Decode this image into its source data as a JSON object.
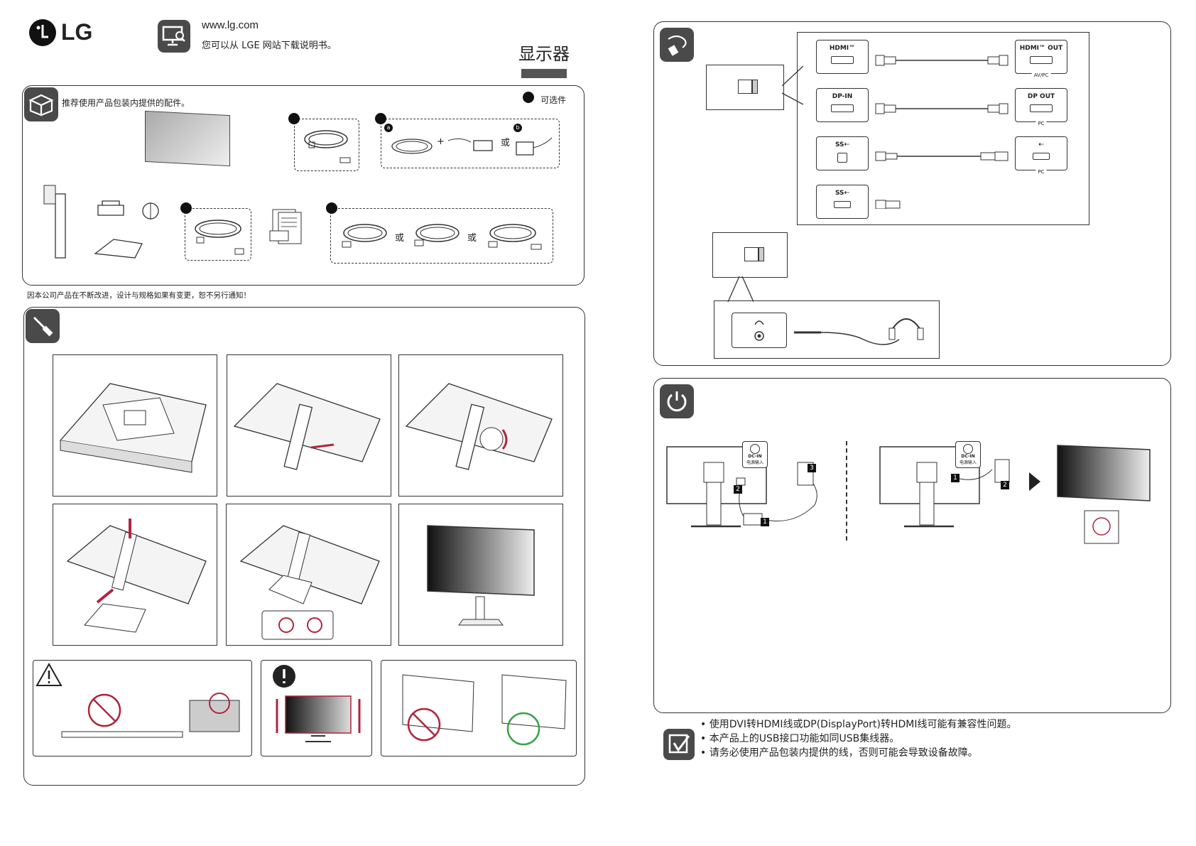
{
  "brand": {
    "logo": "LG"
  },
  "header": {
    "url": "www.lg.com",
    "download_note": "您可以从 LGE 网站下载说明书。",
    "product_title": "显示器"
  },
  "accessories": {
    "heading": "推荐使用产品包装内提供的配件。",
    "optional_label": "可选件",
    "option_a": "a",
    "option_b": "b",
    "or_word": "或",
    "plus_sign": "+"
  },
  "disclaimer": "因本公司产品在不断改进，设计与规格如果有变更，恕不另行通知！",
  "connections": {
    "ports_monitor": [
      {
        "label": "HDMI™"
      },
      {
        "label": "DP-IN"
      },
      {
        "label": "SS⇠"
      },
      {
        "label": "SS⇠"
      }
    ],
    "ports_device": [
      {
        "label": "HDMI™ OUT",
        "sub": "AV/PC"
      },
      {
        "label": "DP OUT",
        "sub": "PC"
      },
      {
        "label": "⇠",
        "sub": "PC"
      }
    ]
  },
  "power": {
    "dc_in_label": "DC-IN",
    "dc_in_sub": "电源输入",
    "step1": "1",
    "step2": "2",
    "step3": "3"
  },
  "notes": [
    "使用DVI转HDMI线或DP(DisplayPort)转HDMI线可能有兼容性问题。",
    "本产品上的USB接口功能如同USB集线器。",
    "请务必使用产品包装内提供的线，否则可能会导致设备故障。"
  ]
}
